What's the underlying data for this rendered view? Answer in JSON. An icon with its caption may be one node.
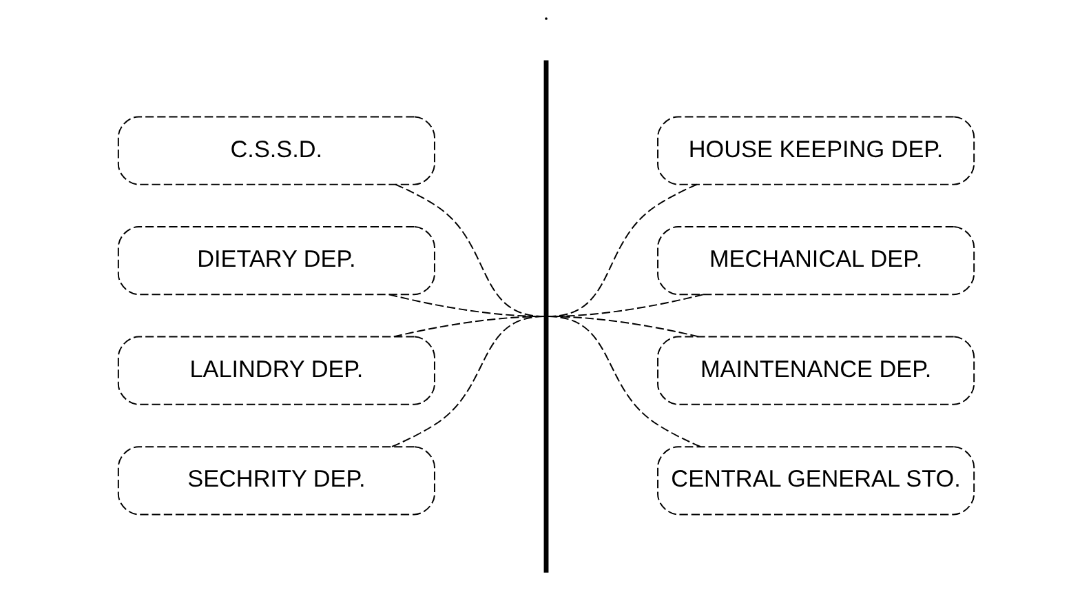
{
  "diagram": {
    "nodes": [
      {
        "text": [
          "C.S.S.D."
        ]
      },
      {
        "text": [
          "HOUSE KEEPING DEP."
        ]
      },
      {
        "text": [
          "DIETARY DEP."
        ]
      },
      {
        "text": [
          "MECHANICAL DEP."
        ]
      },
      {
        "text": [
          "LALINDRY DEP."
        ]
      },
      {
        "text": [
          "MAINTENANCE DEP."
        ]
      },
      {
        "text": [
          "SECHRITY DEP."
        ]
      },
      {
        "text": [
          "CENTRAL GENERAL STO."
        ]
      },
      {
        "text": [],
        "shape": "bar"
      }
    ],
    "edges": [
      {
        "from": 0,
        "to": 8,
        "arrow": "none"
      },
      {
        "from": 1,
        "to": 8,
        "arrow": "none"
      },
      {
        "from": 2,
        "to": 8,
        "arrow": "none"
      },
      {
        "from": 3,
        "to": 8,
        "arrow": "none"
      },
      {
        "from": 4,
        "to": 8,
        "arrow": "none"
      },
      {
        "from": 5,
        "to": 8,
        "arrow": "none"
      },
      {
        "from": 6,
        "to": 8,
        "arrow": "none"
      },
      {
        "from": 7,
        "to": 8,
        "arrow": "none"
      }
    ]
  }
}
